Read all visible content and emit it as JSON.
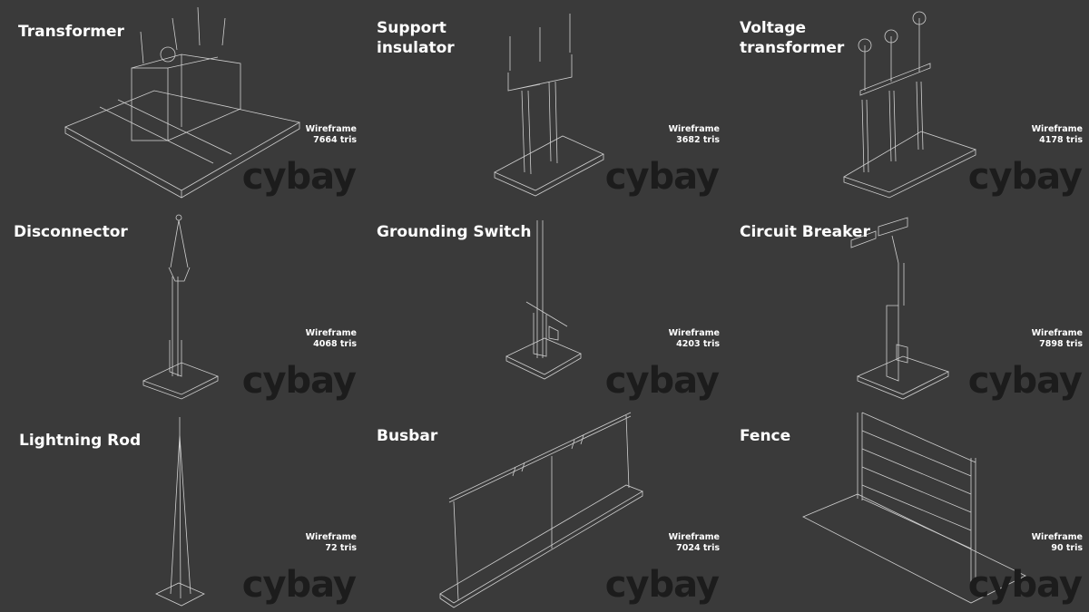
{
  "brand": "cybay",
  "stats_label": "Wireframe",
  "items": [
    {
      "title": "Transformer",
      "tris": "7664 tris"
    },
    {
      "title": "Support insulator",
      "tris": "3682 tris"
    },
    {
      "title": "Voltage transformer",
      "tris": "4178 tris"
    },
    {
      "title": "Disconnector",
      "tris": "4068 tris"
    },
    {
      "title": "Grounding Switch",
      "tris": "4203 tris"
    },
    {
      "title": "Circuit Breaker",
      "tris": "7898 tris"
    },
    {
      "title": "Lightning Rod",
      "tris": "72 tris"
    },
    {
      "title": "Busbar",
      "tris": "7024 tris"
    },
    {
      "title": "Fence",
      "tris": "90 tris"
    }
  ]
}
